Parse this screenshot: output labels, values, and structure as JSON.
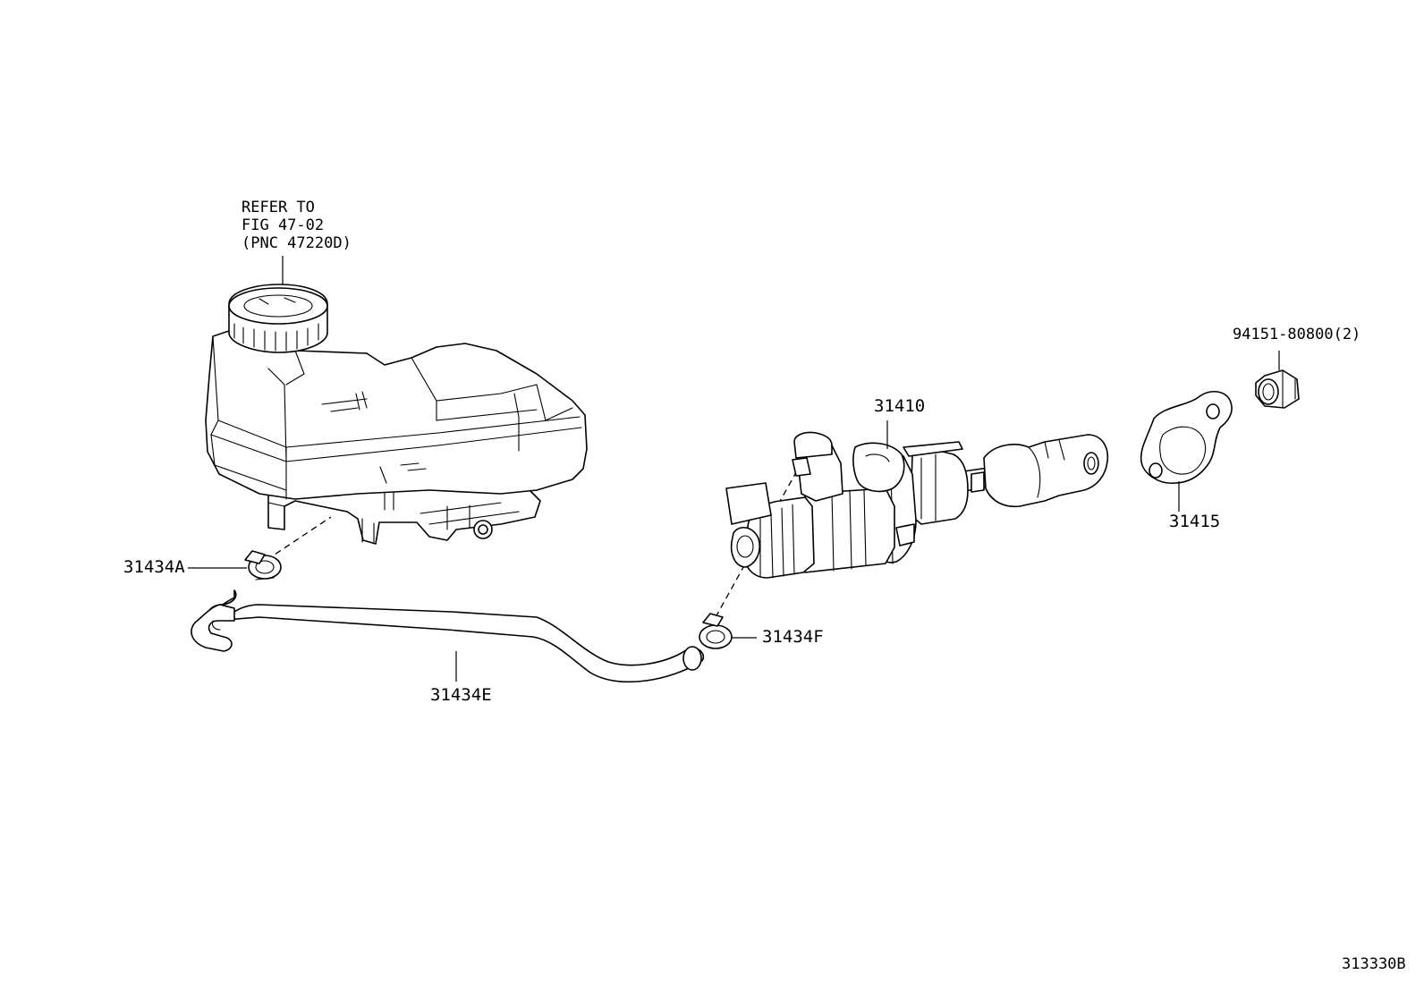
{
  "diagram": {
    "reference_note": [
      "REFER TO",
      "FIG 47-02",
      "(PNC 47220D)"
    ],
    "figure_id": "313330B",
    "parts": [
      {
        "id": "reservoir-tank",
        "icon": "brake-fluid-reservoir-icon"
      },
      {
        "id": "31434A",
        "label": "31434A",
        "icon": "hose-clip-icon"
      },
      {
        "id": "31434E",
        "label": "31434E",
        "icon": "reservoir-hose-icon"
      },
      {
        "id": "31434F",
        "label": "31434F",
        "icon": "hose-clip-icon"
      },
      {
        "id": "31410",
        "label": "31410",
        "icon": "clutch-master-cylinder-icon"
      },
      {
        "id": "31415",
        "label": "31415",
        "icon": "gasket-icon"
      },
      {
        "id": "94151-80800",
        "label": "94151-80800(2)",
        "icon": "nut-icon"
      }
    ]
  }
}
